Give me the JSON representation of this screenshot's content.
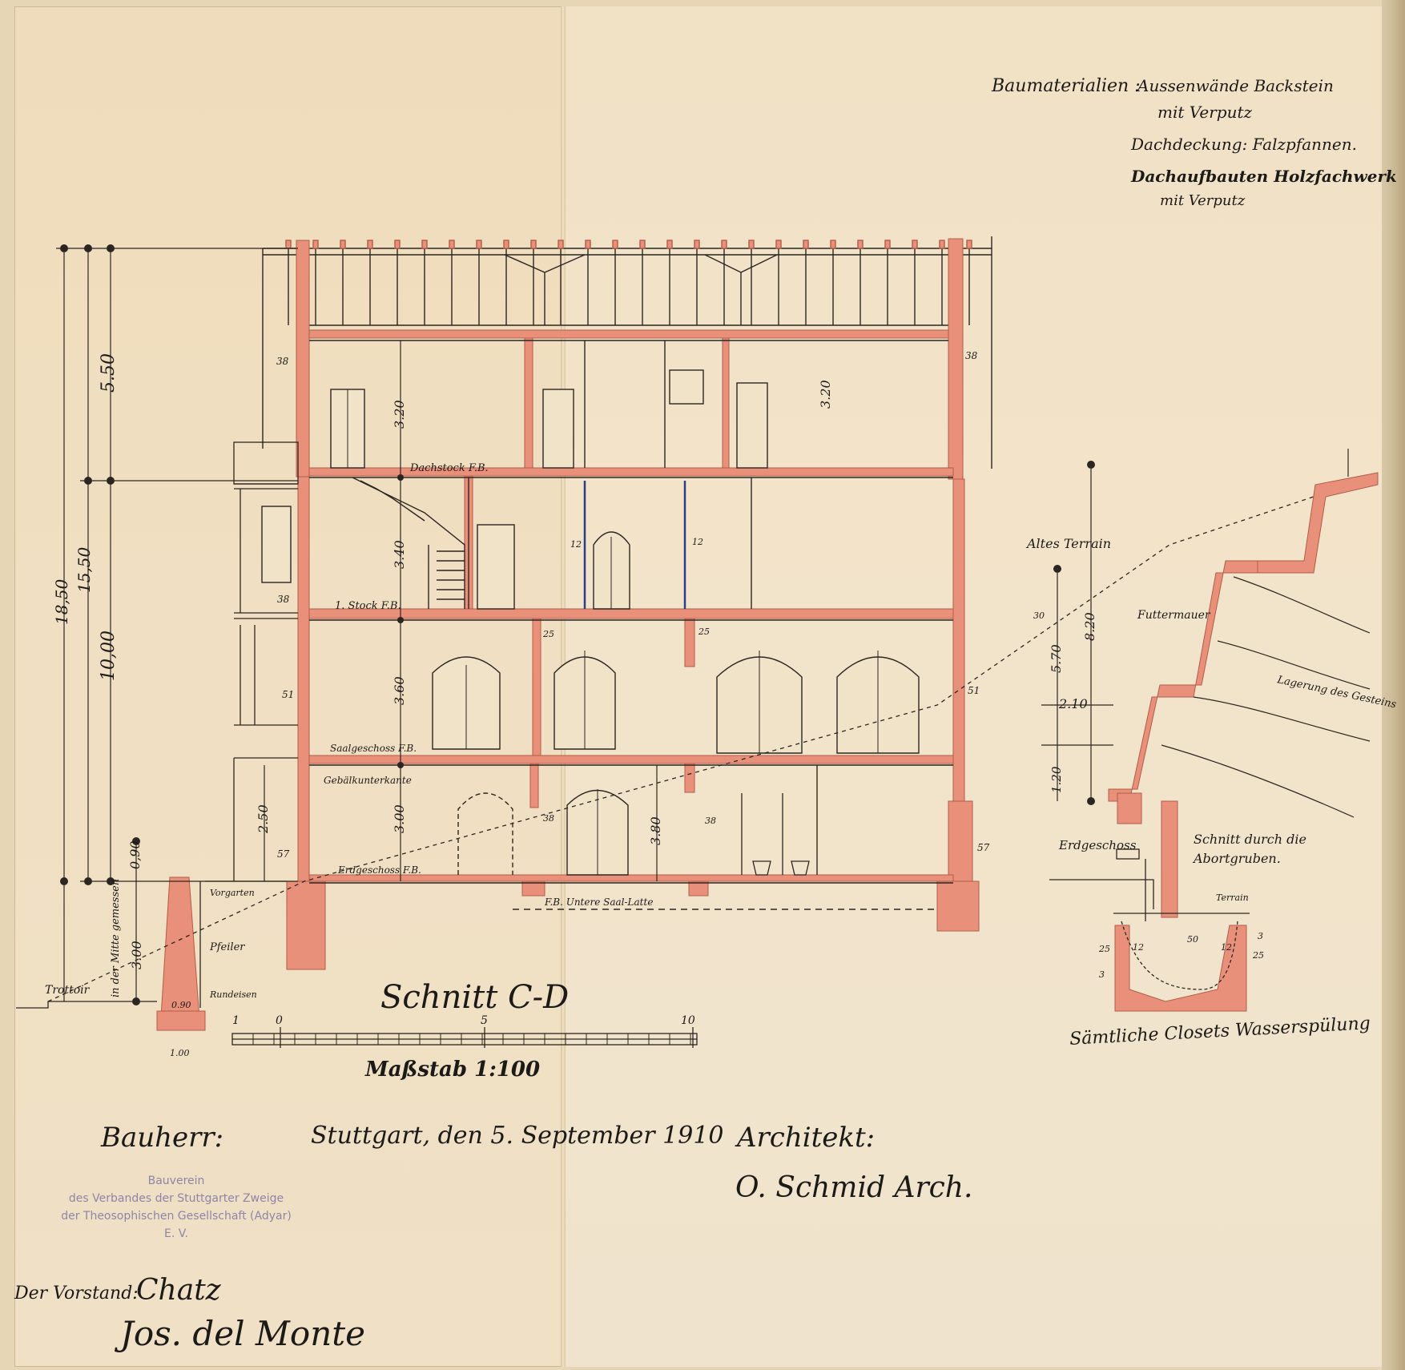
{
  "materials": {
    "heading": "Baumaterialien :",
    "line1": "Aussenwände Backstein",
    "line2": "mit Verputz",
    "line3": "Dachdeckung: Falzpfannen.",
    "line4": "Dachaufbauten Holzfachwerk",
    "line5": "mit Verputz"
  },
  "dimensions": {
    "total_height": "18,50",
    "upper_height": "15,50",
    "roof_height": "5.50",
    "body_height": "10,00",
    "base_height": "0,90",
    "floor_dach": "3.20",
    "floor_dach_right": "3.20",
    "floor_1stock": "3.40",
    "floor_saal": "3.60",
    "floor_erd": "3.00",
    "floor_erd_right": "3.80",
    "left_250": "2.50",
    "right_570": "5.70",
    "right_820": "8.20",
    "right_210": "2.10",
    "right_120": "1.20",
    "pier_300": "3.00",
    "pier_width": "1.00",
    "pier_top": "0.90",
    "wall_38a": "38",
    "wall_38b": "38",
    "wall_38c": "38",
    "wall_51a": "51",
    "wall_51b": "51",
    "wall_57a": "57",
    "wall_57b": "57",
    "wall_12a": "12",
    "wall_12b": "12",
    "wall_25a": "25",
    "wall_25b": "25",
    "wall_38d": "38",
    "wall_38e": "38",
    "wall_30": "30",
    "pit_25a": "25",
    "pit_25b": "25",
    "pit_12a": "12",
    "pit_12b": "12",
    "pit_50": "50",
    "pit_3a": "3",
    "pit_3b": "3"
  },
  "levels": {
    "dachstock": "Dachstock F.B.",
    "stock1": "1. Stock F.B.",
    "saal": "Saalgeschoss F.B.",
    "gebaelk": "Gebälkunterkante",
    "erd": "Erdgeschoss F.B.",
    "unterer_saal": "F.B. Untere Saal-Latte",
    "trottoir": "Trottoir",
    "vorgarten": "Vorgarten",
    "pfeiler": "Pfeiler",
    "rundeisen": "Rundeisen",
    "in_mitte": "in der Mitte gemessen"
  },
  "terrain": {
    "altes_terrain": "Altes Terrain",
    "futtermauer": "Futtermauer",
    "lagerung": "Lagerung des Gesteins",
    "erdgeschoss": "Erdgeschoss",
    "schnitt_title": "Schnitt durch die Abortgruben.",
    "terrain": "Terrain",
    "closets": "Sämtliche Closets Wasserspülung"
  },
  "title": "Schnitt C-D",
  "scale": {
    "label": "Maßstab 1:100",
    "t0": "0",
    "t5": "5",
    "t10": "10",
    "t1": "1"
  },
  "footer": {
    "bauherr": "Bauherr:",
    "date": "Stuttgart, den 5. September 1910",
    "architekt": "Architekt:",
    "arch_sign": "O. Schmid Arch.",
    "vorstand": "Der Vorstand:",
    "sig1": "Chatz",
    "sig2": "Jos. del Monte"
  },
  "stamp": {
    "line1": "Bauverein",
    "line2": "des Verbandes der Stuttgarter Zweige",
    "line3": "der Theosophischen Gesellschaft (Adyar)",
    "line4": "E. V."
  },
  "colors": {
    "paper": "#efdcbc",
    "ink": "#1c1a17",
    "masonry": "#e9907a",
    "masonry_dark": "#d9765e",
    "stamp": "#8d86a6",
    "iron": "#2a3f8a"
  }
}
